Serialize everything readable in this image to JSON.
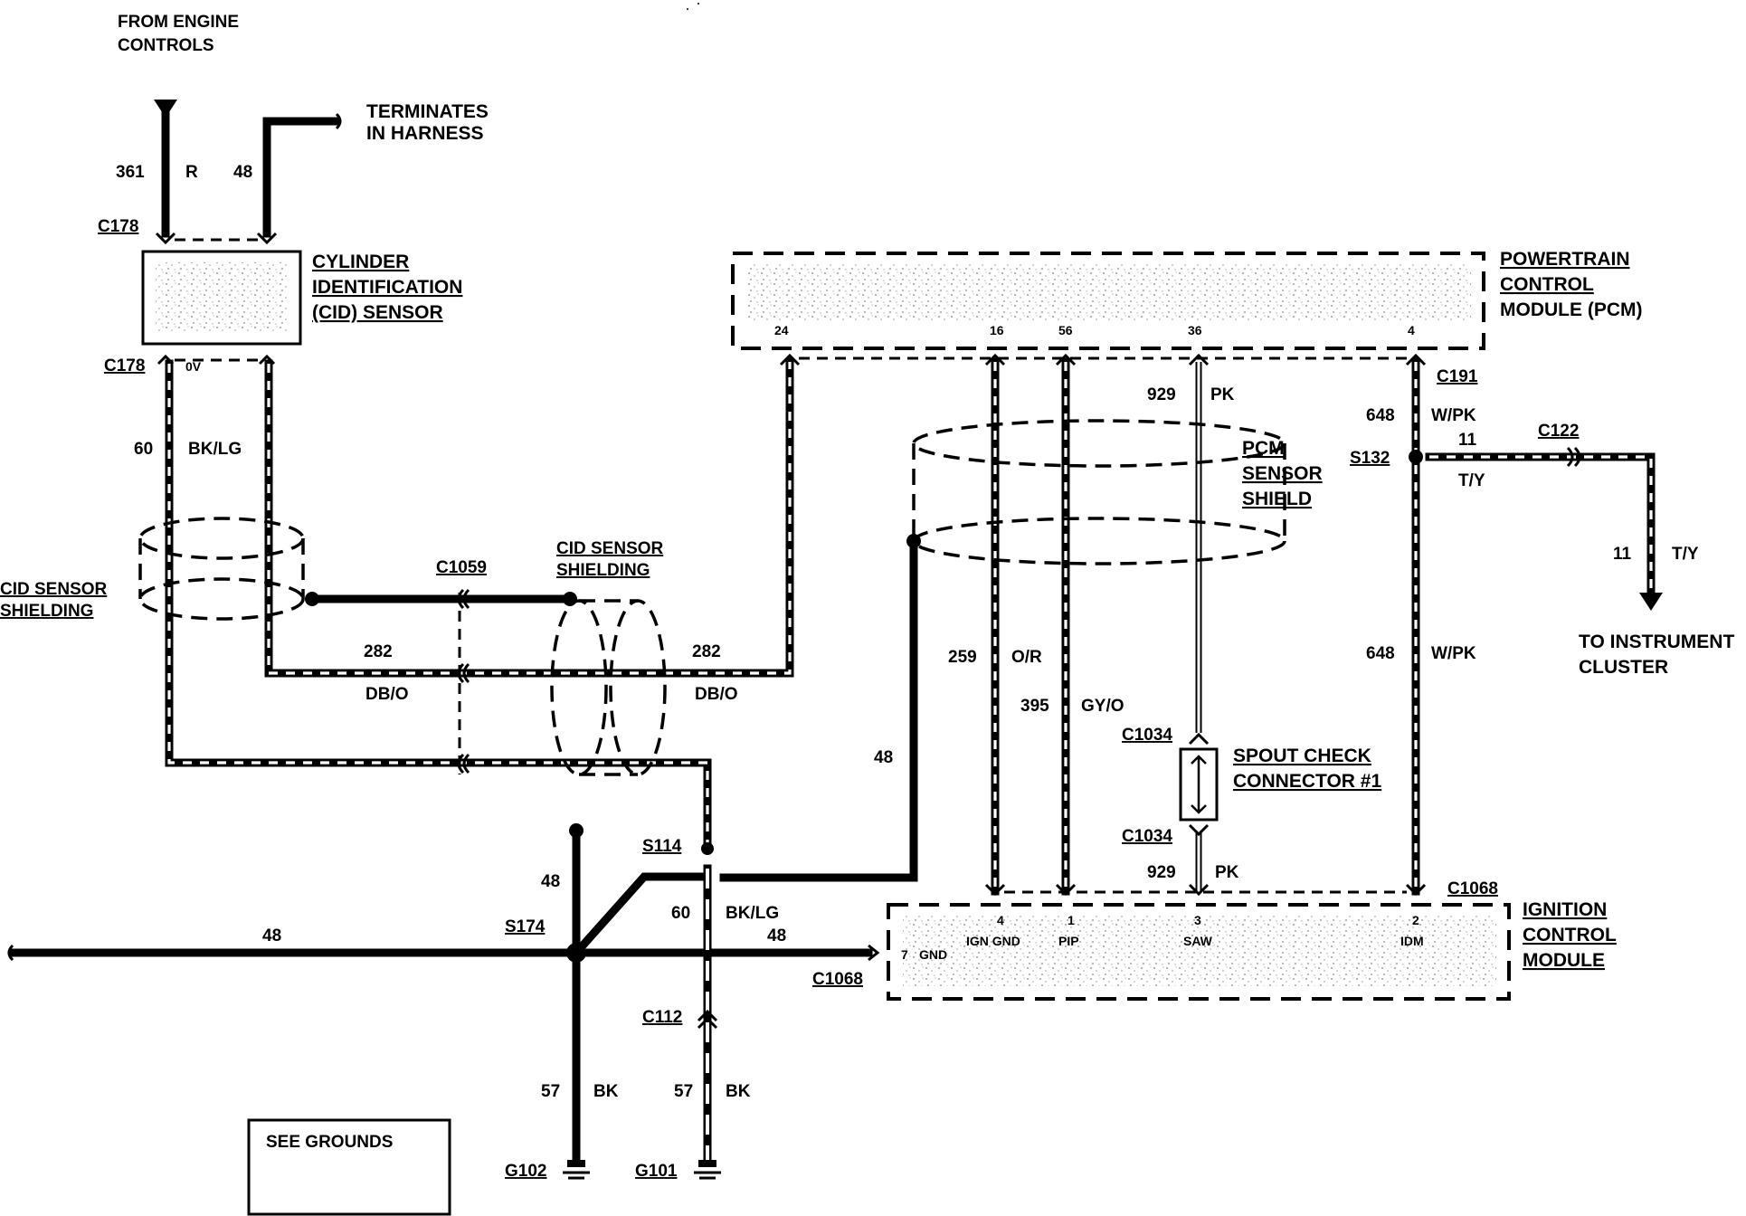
{
  "notes": {
    "from_engine": [
      "FROM ENGINE",
      "CONTROLS"
    ],
    "terminates": [
      "TERMINATES",
      "IN HARNESS"
    ],
    "to_cluster": [
      "TO INSTRUMENT",
      "CLUSTER"
    ],
    "see_grounds": "SEE GROUNDS"
  },
  "components": {
    "cid_sensor": [
      "CYLINDER",
      "IDENTIFICATION",
      "(CID) SENSOR"
    ],
    "pcm": [
      "POWERTRAIN",
      "CONTROL",
      "MODULE (PCM)"
    ],
    "icm": [
      "IGNITION",
      "CONTROL",
      "MODULE"
    ],
    "pcm_shield": [
      "PCM",
      "SENSOR",
      "SHIELD"
    ],
    "cid_shield_left": [
      "CID SENSOR",
      "SHIELDING"
    ],
    "cid_shield_mid": [
      "CID SENSOR",
      "SHIELDING"
    ],
    "spout": [
      "SPOUT CHECK",
      "CONNECTOR #1"
    ]
  },
  "connectors": {
    "c178_top": "C178",
    "c178_bottom": "C178",
    "c1059": "C1059",
    "c191": "C191",
    "c122": "C122",
    "c1034_top": "C1034",
    "c1034_bottom": "C1034",
    "c1068_top": "C1068",
    "c1068_left": "C1068",
    "c112": "C112"
  },
  "splices": {
    "s114": "S114",
    "s132": "S132",
    "s174": "S174"
  },
  "grounds": {
    "g102": "G102",
    "g101": "G101"
  },
  "pcm_pins": [
    "24",
    "16",
    "56",
    "36",
    "4"
  ],
  "icm_pins": {
    "p7": "7",
    "gnd": "GND",
    "p4": "4",
    "ign_gnd": "IGN GND",
    "p1": "1",
    "pip": "PIP",
    "p3": "3",
    "saw": "SAW",
    "p2": "2",
    "idm": "IDM"
  },
  "cid_pin_0v": "0V",
  "wires": {
    "w361": "361",
    "r": "R",
    "w48_top": "48",
    "w60": "60",
    "bklg": "BK/LG",
    "w282_left": "282",
    "dbo_left": "DB/O",
    "w282_right": "282",
    "dbo_right": "DB/O",
    "w929_top": "929",
    "pk_top": "PK",
    "w648_top": "648",
    "wpk_top": "W/PK",
    "w11_h": "11",
    "ty_h": "T/Y",
    "w11_v": "11",
    "ty_v": "T/Y",
    "w259": "259",
    "or": "O/R",
    "w395": "395",
    "gyo": "GY/O",
    "w648_mid": "648",
    "wpk_mid": "W/PK",
    "w48_shield": "48",
    "w929_bottom": "929",
    "pk_bottom": "PK",
    "w48_s174": "48",
    "w60_low": "60",
    "bklg_low": "BK/LG",
    "w48_left": "48",
    "w48_right": "48",
    "w57_left": "57",
    "bk_left": "BK",
    "w57_right": "57",
    "bk_right": "BK"
  }
}
